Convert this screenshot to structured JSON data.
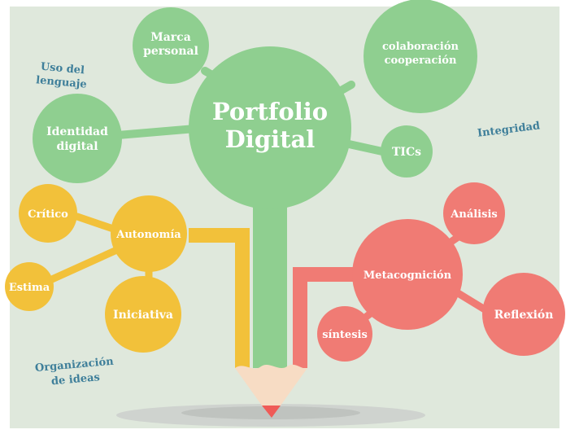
{
  "center": {
    "line1": "Portfolio",
    "line2": "Digital"
  },
  "green_nodes": {
    "marca": {
      "line1": "Marca",
      "line2": "personal"
    },
    "colaboracion": {
      "line1": "colaboración",
      "line2": "cooperación"
    },
    "identidad": {
      "line1": "Identidad",
      "line2": "digital"
    },
    "tics": "TICs"
  },
  "yellow_nodes": {
    "autonomia": "Autonomía",
    "critico": "Crítico",
    "estima": "Estima",
    "iniciativa": "Iniciativa"
  },
  "red_nodes": {
    "metacognicion": "Metacognición",
    "analisis": "Análisis",
    "reflexion": "Reflexión",
    "sintesis": "síntesis"
  },
  "floating_labels": {
    "uso": {
      "line1": "Uso del",
      "line2": "lenguaje"
    },
    "integridad": "Integridad",
    "organizacion": {
      "line1": "Organización",
      "line2": "de ideas"
    }
  },
  "colors": {
    "background": "#dfe8dc",
    "green": "#8fcf90",
    "yellow": "#f2c13a",
    "red": "#f07b74",
    "label_blue": "#3f7f9a",
    "pencil_wood": "#f7dcc4",
    "pencil_tip": "#ef5b57"
  }
}
